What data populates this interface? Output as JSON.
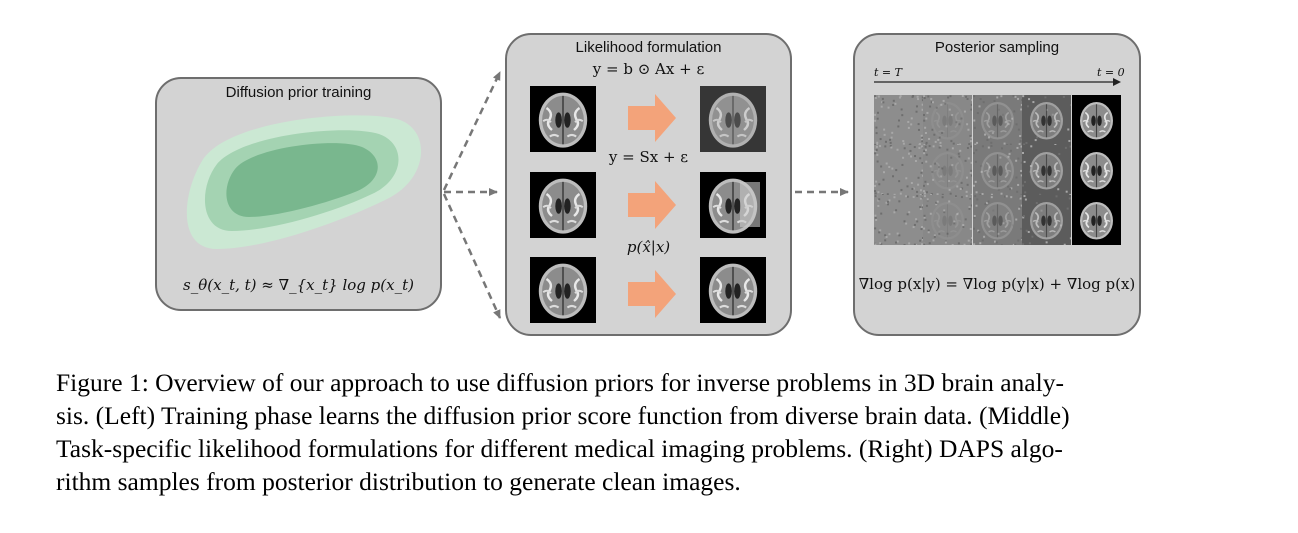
{
  "left_panel": {
    "title": "Diffusion prior training",
    "formula": "s_θ(x_t, t) ≈ ∇_{x_t} log p(x_t)"
  },
  "middle_panel": {
    "title": "Likelihood formulation",
    "eq1": "y = b ⊙ Ax + ε",
    "eq2": "y = Sx + ε",
    "eq3": "p(x̂|x)"
  },
  "right_panel": {
    "title": "Posterior sampling",
    "t_start": "t = T",
    "t_end": "t = 0",
    "formula": "∇log p(x|y) = ∇log p(y|x) + ∇log p(x)"
  },
  "caption": {
    "line1": "Figure 1: Overview of our approach to use diffusion priors for inverse problems in 3D brain analy-",
    "line2": "sis. (Left) Training phase learns the diffusion prior score function from diverse brain data. (Middle)",
    "line3": "Task-specific likelihood formulations for different medical imaging problems. (Right) DAPS algo-",
    "line4": "rithm samples from posterior distribution to generate clean images."
  },
  "colors": {
    "panel_bg": "#d3d3d3",
    "panel_border": "#6e6e6e",
    "prior_outer": "#cbe8d3",
    "prior_mid": "#a4d3b2",
    "prior_inner": "#79b78e",
    "orange_arrow": "#f3a37a",
    "dash_arrow": "#777777"
  }
}
